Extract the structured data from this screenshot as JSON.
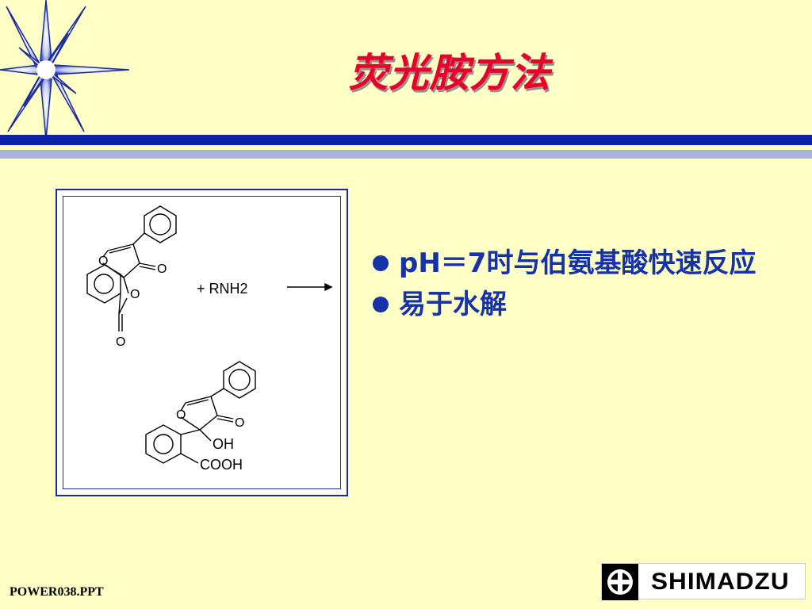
{
  "slide": {
    "title": "荧光胺方法",
    "footer": "POWER038.PPT"
  },
  "figure": {
    "reagent_text": "+  RNH2",
    "o_label": "O",
    "oh_label": "OH",
    "cooh_label": "COOH"
  },
  "bullets": [
    {
      "text": "pH＝7时与伯氨基酸快速反应"
    },
    {
      "text": "易于水解"
    }
  ],
  "logo": {
    "text": "SHIMADZU"
  },
  "colors": {
    "background": "#FFFFC6",
    "title": "#E8002A",
    "rule_dark": "#0B21A6",
    "rule_light": "#A8B2E0",
    "bullet_text": "#1533A6"
  },
  "icons": {
    "corner": "star-burst-icon",
    "logo_mark": "circle-plus-icon"
  }
}
